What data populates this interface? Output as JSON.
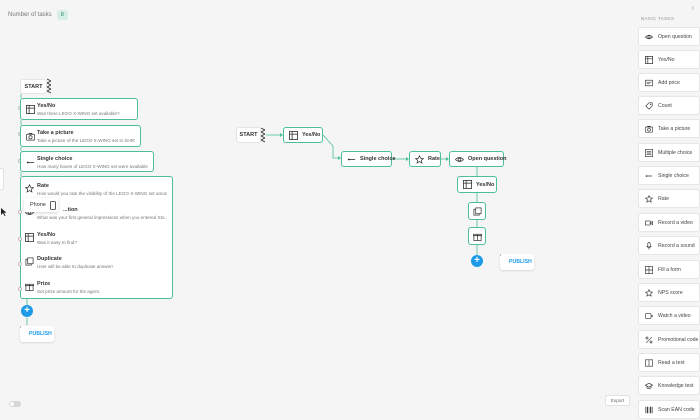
{
  "header": {
    "task_count_label": "Number of tasks",
    "task_count": "8"
  },
  "flow": {
    "start_label": "START",
    "yes_no": "Yes/No",
    "single_choice": "Single choice",
    "rate": "Rate",
    "open_question": "Open question",
    "yes_no_2": "Yes/No",
    "publish": "PUBLISH"
  },
  "left_flow": {
    "start_label": "START",
    "cards": [
      {
        "title": "Yes/No",
        "subtitle": "Was there LEGO X-WING set available?",
        "icon": "grid-icon"
      },
      {
        "title": "Take a picture",
        "subtitle": "Take a picture of the LEGO X-WING set in SHRX",
        "icon": "camera-icon"
      },
      {
        "title": "Single choice",
        "subtitle": "How many boxes of LEGO X-WING set were available?",
        "icon": "single-choice-icon"
      }
    ],
    "bundle": [
      {
        "title": "Rate",
        "subtitle": "How would you rate the visibility of the LEGO X-WING set among ...",
        "icon": "star-icon"
      },
      {
        "title": "...tion",
        "subtitle": "What was your first general impressions when you entered Sto...",
        "icon": "eye-icon"
      },
      {
        "title": "Yes/No",
        "subtitle": "Was it easy to find?",
        "icon": "grid-icon"
      },
      {
        "title": "Duplicate",
        "subtitle": "User will be able to duplicate answer!",
        "icon": "duplicate-icon"
      },
      {
        "title": "Prize",
        "subtitle": "Set prize amount for the agent.",
        "icon": "prize-icon"
      }
    ],
    "phone_popup": "Phone",
    "publish": "PUBLISH"
  },
  "sidebar": {
    "heading": "BASIC TASKS",
    "items": [
      {
        "label": "Open question",
        "icon": "eye-icon"
      },
      {
        "label": "Yes/No",
        "icon": "grid-icon"
      },
      {
        "label": "Add price",
        "icon": "price-icon"
      },
      {
        "label": "Count",
        "icon": "tag-icon"
      },
      {
        "label": "Take a picture",
        "icon": "camera-icon"
      },
      {
        "label": "Multiple choice",
        "icon": "multiple-choice-icon"
      },
      {
        "label": "Single choice",
        "icon": "single-choice-icon"
      },
      {
        "label": "Rate",
        "icon": "star-icon"
      },
      {
        "label": "Record a video",
        "icon": "video-icon"
      },
      {
        "label": "Record a sound",
        "icon": "mic-icon"
      },
      {
        "label": "Fill a form",
        "icon": "form-icon"
      },
      {
        "label": "NPS score",
        "icon": "nps-icon"
      },
      {
        "label": "Watch a video",
        "icon": "play-icon"
      },
      {
        "label": "Promotional code",
        "icon": "percent-icon"
      },
      {
        "label": "Read a text",
        "icon": "book-icon"
      },
      {
        "label": "Knowledge test",
        "icon": "graduation-icon"
      },
      {
        "label": "Scan EAN code",
        "icon": "barcode-icon"
      }
    ]
  },
  "footer": {
    "export_label": "Export"
  },
  "colors": {
    "accent_green": "#4cbf94",
    "accent_blue": "#1e9be8"
  }
}
